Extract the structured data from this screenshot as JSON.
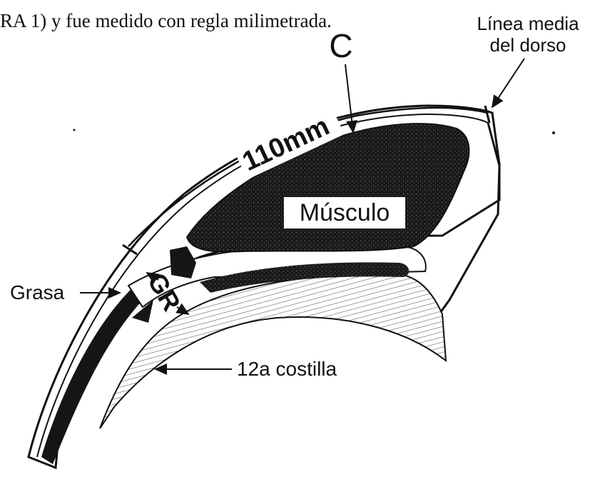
{
  "caption": "RA 1) y fue medido con regla milimetrada.",
  "labels": {
    "c": "C",
    "line_top": "Línea media",
    "line_bottom": "del dorso",
    "measure": "110mm",
    "muscle": "Músculo",
    "fat": "Grasa",
    "gr": "GR",
    "rib": "12a costilla"
  }
}
